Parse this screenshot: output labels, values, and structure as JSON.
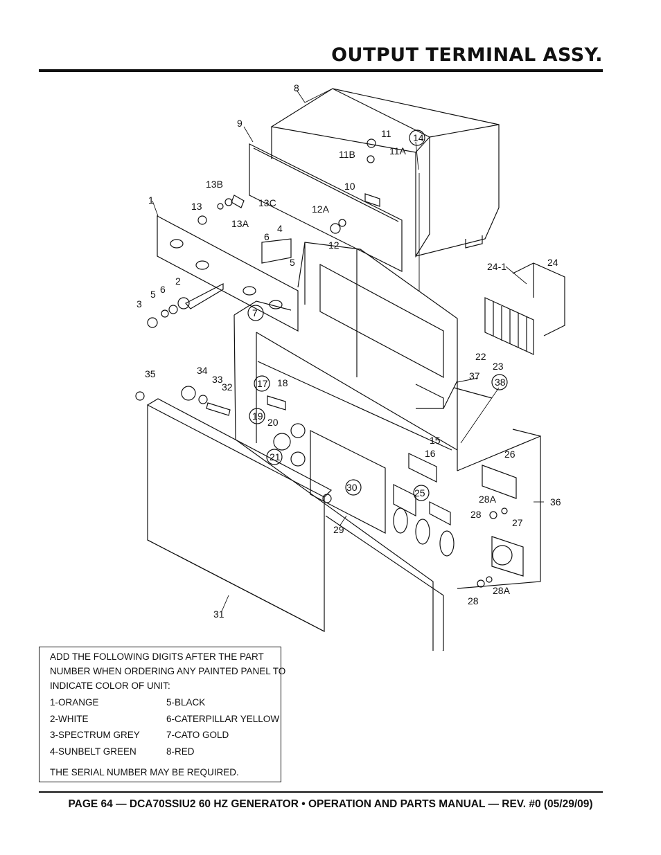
{
  "header": {
    "title": "OUTPUT TERMINAL ASSY."
  },
  "diagram": {
    "labels": {
      "p1": "1",
      "p2": "2",
      "p3": "3",
      "p4": "4",
      "p5a": "5",
      "p5b": "5",
      "p6a": "6",
      "p6b": "6",
      "p7": "7",
      "p8": "8",
      "p9": "9",
      "p10": "10",
      "p11": "11",
      "p11a": "11A",
      "p11b": "11B",
      "p12": "12",
      "p12a": "12A",
      "p13": "13",
      "p13a": "13A",
      "p13b": "13B",
      "p13c": "13C",
      "p14": "14",
      "p15": "15",
      "p16": "16",
      "p17": "17",
      "p18": "18",
      "p19": "19",
      "p20": "20",
      "p21": "21",
      "p22": "22",
      "p23": "23",
      "p24": "24",
      "p24_1": "24-1",
      "p25": "25",
      "p26": "26",
      "p27": "27",
      "p28a": "28",
      "p28b": "28",
      "p28Aa": "28A",
      "p28Ab": "28A",
      "p29": "29",
      "p30": "30",
      "p31": "31",
      "p32": "32",
      "p33": "33",
      "p34": "34",
      "p35": "35",
      "p36": "36",
      "p37": "37",
      "p38": "38"
    }
  },
  "note": {
    "lines": [
      "ADD THE FOLLOWING DIGITS AFTER THE PART",
      "NUMBER WHEN ORDERING ANY PAINTED PANEL TO",
      "INDICATE COLOR OF UNIT:"
    ],
    "colors": [
      "1-ORANGE",
      "5-BLACK",
      "2-WHITE",
      "6-CATERPILLAR YELLOW",
      "3-SPECTRUM GREY",
      "7-CATO GOLD",
      "4-SUNBELT GREEN",
      "8-RED"
    ],
    "serial": "THE SERIAL NUMBER MAY BE REQUIRED."
  },
  "footer": {
    "text": "PAGE 64 — DCA70SSIU2 60 HZ GENERATOR • OPERATION AND PARTS MANUAL — REV. #0 (05/29/09)"
  }
}
